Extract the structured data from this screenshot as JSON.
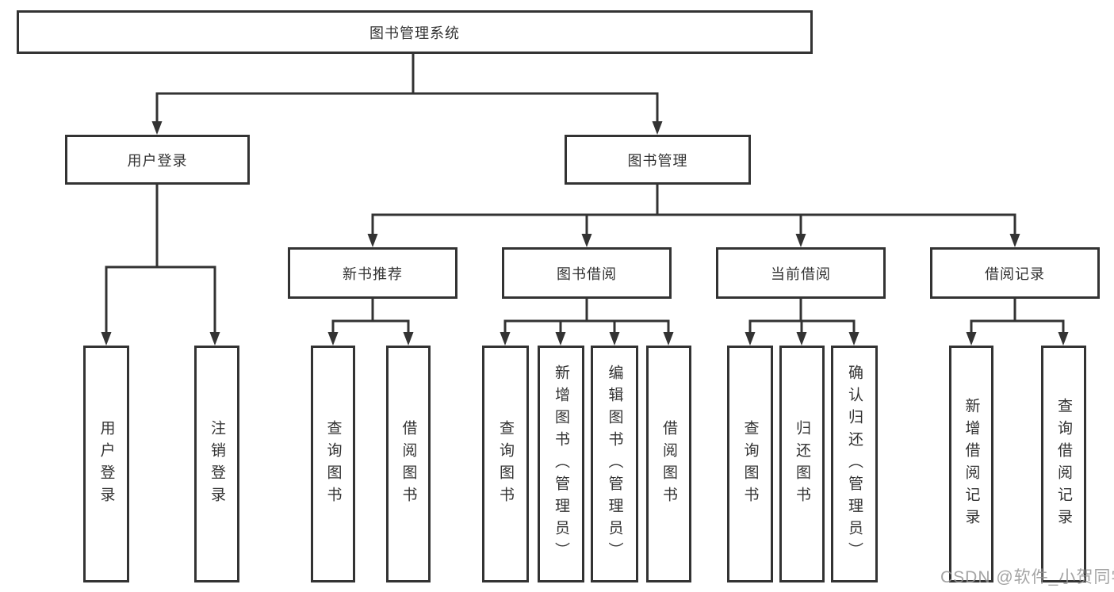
{
  "diagram": {
    "tree": {
      "label": "图书管理系统",
      "children": [
        {
          "label": "用户登录",
          "children": [
            {
              "label": "用户登录"
            },
            {
              "label": "注销登录"
            }
          ]
        },
        {
          "label": "图书管理",
          "children": [
            {
              "label": "新书推荐",
              "children": [
                {
                  "label": "查询图书"
                },
                {
                  "label": "借阅图书"
                }
              ]
            },
            {
              "label": "图书借阅",
              "children": [
                {
                  "label": "查询图书"
                },
                {
                  "label": "新增图书（管理员）"
                },
                {
                  "label": "编辑图书（管理员）"
                },
                {
                  "label": "借阅图书"
                }
              ]
            },
            {
              "label": "当前借阅",
              "children": [
                {
                  "label": "查询图书"
                },
                {
                  "label": "归还图书"
                },
                {
                  "label": "确认归还（管理员）"
                }
              ]
            },
            {
              "label": "借阅记录",
              "children": [
                {
                  "label": "新增借阅记录"
                },
                {
                  "label": "查询借阅记录"
                }
              ]
            }
          ]
        }
      ]
    },
    "watermark": "CSDN @软件_小贺同学",
    "colors": {
      "line": "#333333",
      "box_border": "#333333",
      "text": "#333333",
      "background": "#ffffff",
      "watermark": "#949494"
    }
  }
}
